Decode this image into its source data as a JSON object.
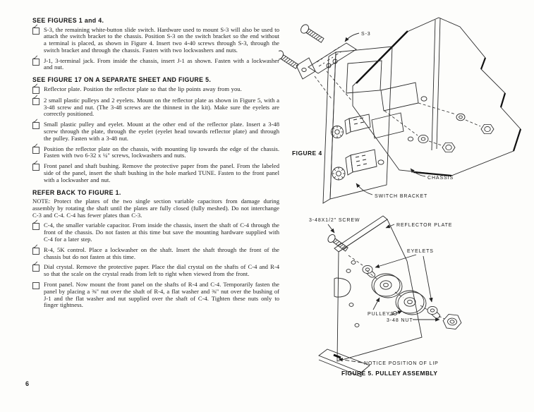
{
  "doc": {
    "page_number": "6",
    "sections": [
      {
        "heading": "SEE FIGURES 1 and 4.",
        "items": [
          {
            "mark": "✓",
            "text": "S-3, the remaining white-button slide switch. Hardware used to mount S-3 will also be used to attach the switch bracket to the chassis. Position S-3 on the switch bracket so the end without a terminal is placed, as shown in Figure 4. Insert two 4-40 screws through S-3, through the switch bracket and through the chassis. Fasten with two lockwashers and nuts."
          },
          {
            "mark": "✓",
            "text": "J-1, 3-terminal jack. From inside the chassis, insert J-1 as shown. Fasten with a lockwasher and nut."
          }
        ]
      },
      {
        "heading": "SEE FIGURE 17 ON A SEPARATE SHEET AND FIGURE 5.",
        "items": [
          {
            "mark": "✓",
            "text": "Reflector plate. Position the reflector plate so that the lip points away from you."
          },
          {
            "mark": "✓",
            "text": "2 small plastic pulleys and 2 eyelets. Mount on the reflector plate as shown in Figure 5, with a 3-48 screw and nut. (The 3-48 screws are the thinnest in the kit). Make sure the eyelets are correctly positioned."
          },
          {
            "mark": "✓",
            "text": "Small plastic pulley and eyelet. Mount at the other end of the reflector plate. Insert a 3-48 screw through the plate, through the eyelet (eyelet head towards reflector plate) and through the pulley. Fasten with a 3-48 nut."
          },
          {
            "mark": "✓",
            "text": "Position the reflector plate on the chassis, with mounting lip towards the edge of the chassis. Fasten with two 6-32 x ¼\" screws, lockwashers and nuts."
          },
          {
            "mark": "✓",
            "text": "Front panel and shaft bushing. Remove the protective paper from the panel. From the labeled side of the panel, insert the shaft bushing in the hole marked TUNE. Fasten to the front panel with a lockwasher and nut."
          }
        ]
      },
      {
        "heading": "REFER BACK TO FIGURE 1.",
        "note": "NOTE: Protect the plates of the two single section variable capacitors from damage during assembly by rotating the shaft until the plates are fully closed (fully meshed). Do not interchange C-3 and C-4. C-4 has fewer plates than C-3.",
        "items": [
          {
            "mark": "✓",
            "text": "C-4, the smaller variable capacitor. From inside the chassis, insert the shaft of C-4 through the front of the chassis. Do not fasten at this time but save the mounting hardware supplied with C-4 for a later step."
          },
          {
            "mark": "✓",
            "text": "R-4, 5K control. Place a lockwasher on the shaft. Insert the shaft through the front of the chassis but do not fasten at this time."
          },
          {
            "mark": "✓",
            "text": "Dial crystal. Remove the protective paper. Place the dial crystal on the shafts of C-4 and R-4 so that the scale on the crystal reads from left to right when viewed from the front."
          },
          {
            "mark": "",
            "text": "Front panel. Now mount the front panel on the shafts of R-4 and C-4. Temporarily fasten the panel by placing a ⅜\" nut over the shaft of R-4, a flat washer and ⅜\" nut over the bushing of J-1 and the flat washer and nut supplied over the shaft of C-4. Tighten these nuts only to finger tightness."
          }
        ]
      }
    ]
  },
  "fig4": {
    "caption": "FIGURE 4",
    "labels": {
      "s3": "S-3",
      "chassis": "CHASSIS",
      "bracket": "SWITCH BRACKET"
    }
  },
  "fig5": {
    "caption": "FIGURE 5. PULLEY ASSEMBLY",
    "labels": {
      "screw": "3-48X1/2\" SCREW",
      "plate": "REFLECTOR PLATE",
      "eyelets": "EYELETS",
      "pulleys": "PULLEYS",
      "nut": "3-48 NUT",
      "lip": "NOTICE  POSITION  OF  LIP"
    }
  }
}
